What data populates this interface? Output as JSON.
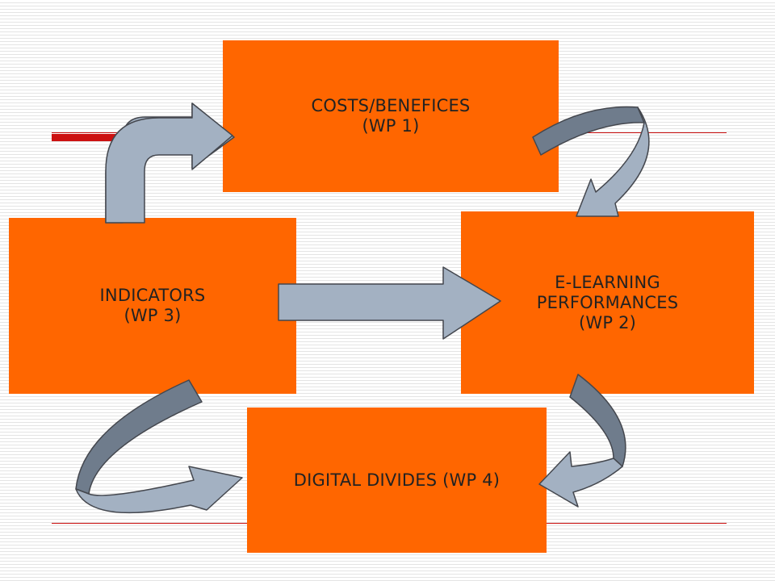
{
  "diagram": {
    "boxes": {
      "costs": {
        "line1": "COSTS/BENEFICES",
        "line2": "(WP 1)"
      },
      "elearning": {
        "line1": "E-LEARNING",
        "line2": "PERFORMANCES",
        "line3": "(WP 2)"
      },
      "indicators": {
        "line1": "INDICATORS",
        "line2": "(WP 3)"
      },
      "digital": {
        "line1": "DIGITAL DIVIDES (WP 4)"
      }
    },
    "colors": {
      "box_fill": "#ff6600",
      "arrow_fill": "#a3b1c2",
      "arrow_shade": "#6f7c8c",
      "accent_line": "#cc1111"
    }
  }
}
